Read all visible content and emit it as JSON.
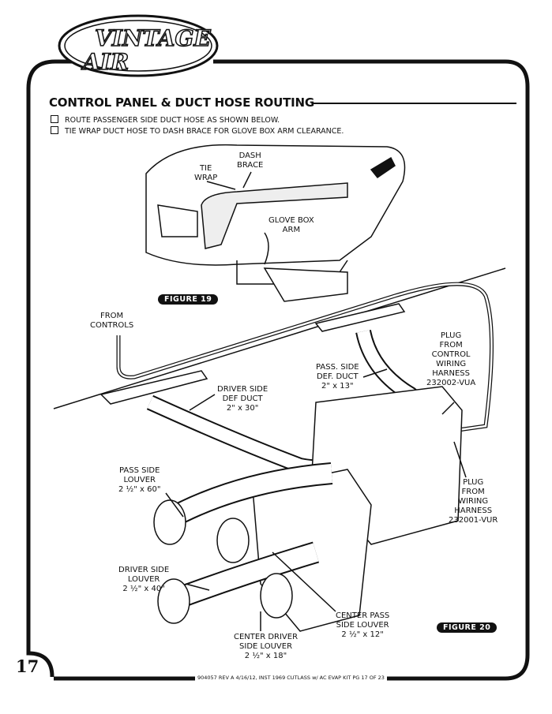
{
  "logo": {
    "text": "VINTAGE AIR"
  },
  "section": {
    "title": "CONTROL PANEL & DUCT HOSE ROUTING",
    "steps": [
      "ROUTE PASSENGER SIDE DUCT HOSE AS SHOWN BELOW.",
      "TIE WRAP DUCT HOSE TO DASH BRACE FOR GLOVE BOX ARM CLEARANCE."
    ]
  },
  "figure19": {
    "badge": "FIGURE 19",
    "labels": {
      "dash_brace": [
        "DASH",
        "BRACE"
      ],
      "tie_wrap": [
        "TIE",
        "WRAP"
      ],
      "glove_box_arm": [
        "GLOVE BOX",
        "ARM"
      ]
    }
  },
  "figure20": {
    "badge": "FIGURE 20",
    "labels": {
      "from_controls": [
        "FROM",
        "CONTROLS"
      ],
      "pass_def_duct": [
        "PASS. SIDE",
        "DEF. DUCT",
        "2\" x 13\""
      ],
      "plug_control": [
        "PLUG",
        "FROM",
        "CONTROL",
        "WIRING",
        "HARNESS",
        "232002-VUA"
      ],
      "driver_def_duct": [
        "DRIVER SIDE",
        "DEF DUCT",
        "2\" x 30\""
      ],
      "pass_louver": [
        "PASS SIDE",
        "LOUVER",
        "2 ½\" x 60\""
      ],
      "plug_wiring": [
        "PLUG",
        "FROM",
        "WIRING",
        "HARNESS",
        "232001-VUR"
      ],
      "driver_louver": [
        "DRIVER SIDE",
        "LOUVER",
        "2 ½\" x 40\""
      ],
      "center_pass_louver": [
        "CENTER PASS",
        "SIDE LOUVER",
        "2 ½\" x 12\""
      ],
      "center_driver_louver": [
        "CENTER DRIVER",
        "SIDE LOUVER",
        "2 ½\" x 18\""
      ]
    }
  },
  "page_number": "17",
  "footer": "904057 REV A 4/16/12, INST 1969 CUTLASS w/ AC EVAP KIT PG 17 OF 23"
}
